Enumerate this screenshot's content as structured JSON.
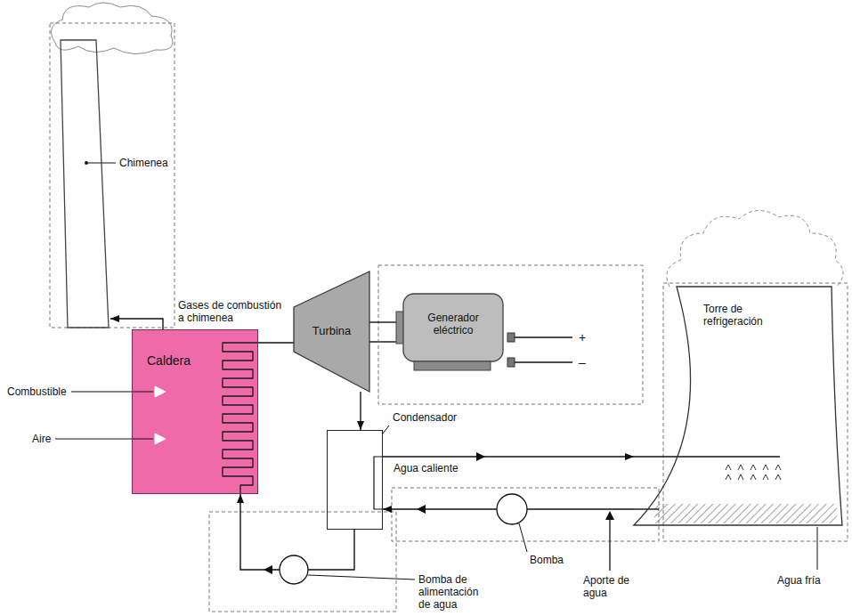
{
  "diagram": {
    "nodes": [
      {
        "text": [
          "Chimenea"
        ]
      },
      {
        "text": [
          "Caldera"
        ]
      },
      {
        "text": [
          "Turbina"
        ]
      },
      {
        "text": [
          "Generador eléctrico"
        ]
      },
      {
        "text": [
          "Condensador"
        ]
      },
      {
        "text": [
          "Torre de refrigeración"
        ]
      }
    ],
    "edges": [
      {
        "from": 1,
        "to": 0,
        "arrow": "to",
        "label": "Gases de combustión a chimenea"
      },
      {
        "from": 1,
        "to": 2,
        "arrow": "none"
      },
      {
        "from": 2,
        "to": 3,
        "arrow": "none"
      },
      {
        "from": 2,
        "to": 4,
        "arrow": "to"
      },
      {
        "from": 4,
        "to": 1,
        "arrow": "to"
      },
      {
        "from": 4,
        "to": 5,
        "arrow": "to",
        "label": "Agua caliente"
      },
      {
        "from": 5,
        "to": 4,
        "arrow": "to"
      }
    ],
    "labels": [
      "Combustible",
      "Aire",
      "+",
      "–",
      "Bomba",
      "Bomba de alimentación de agua",
      "Aporte de agua",
      "Agua fría"
    ]
  }
}
